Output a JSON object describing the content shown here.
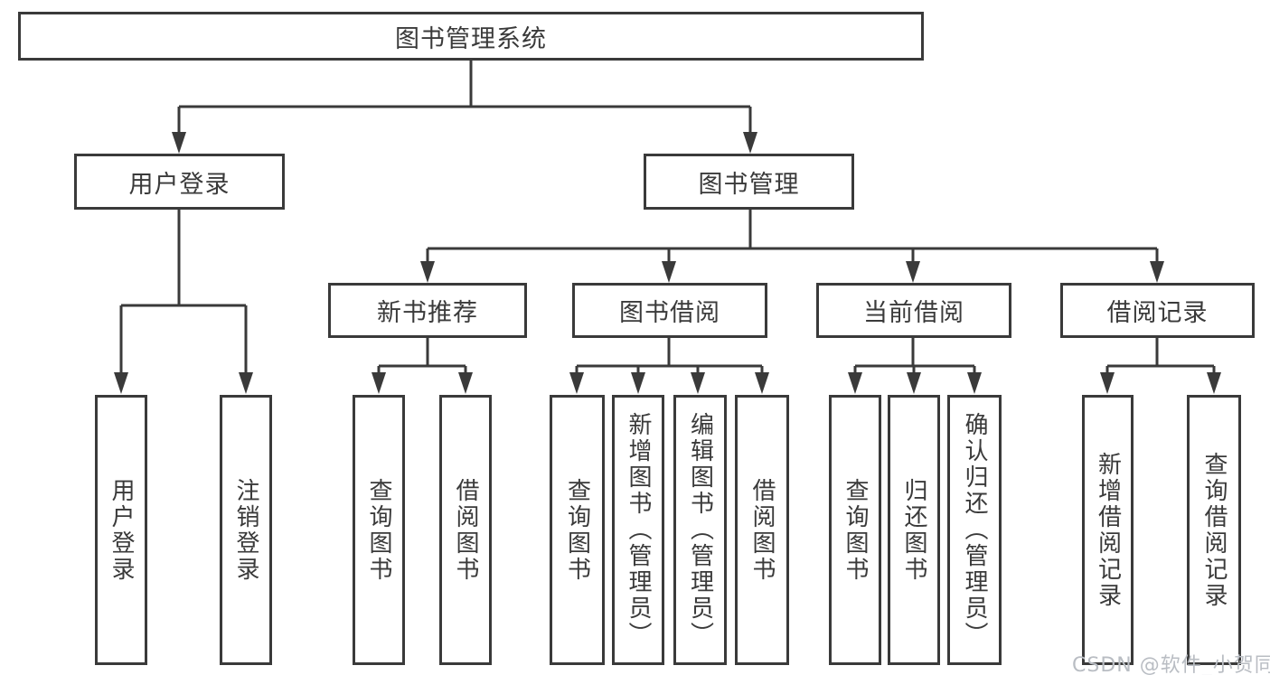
{
  "tree": {
    "root": {
      "label": "图书管理系统"
    },
    "branches": [
      {
        "label": "用户登录",
        "leaves": [
          {
            "label": "用户登录"
          },
          {
            "label": "注销登录"
          }
        ]
      },
      {
        "label": "图书管理",
        "sections": [
          {
            "label": "新书推荐",
            "leaves": [
              {
                "label": "查询图书"
              },
              {
                "label": "借阅图书"
              }
            ]
          },
          {
            "label": "图书借阅",
            "leaves": [
              {
                "label": "查询图书"
              },
              {
                "label": "新增图书（管理员）"
              },
              {
                "label": "编辑图书（管理员）"
              },
              {
                "label": "借阅图书"
              }
            ]
          },
          {
            "label": "当前借阅",
            "leaves": [
              {
                "label": "查询图书"
              },
              {
                "label": "归还图书"
              },
              {
                "label": "确认归还（管理员）"
              }
            ]
          },
          {
            "label": "借阅记录",
            "leaves": [
              {
                "label": "新增借阅记录"
              },
              {
                "label": "查询借阅记录"
              }
            ]
          }
        ]
      }
    ]
  },
  "watermark": {
    "text": "CSDN @软件_小贺同学"
  },
  "colors": {
    "line": "#3a3a3a",
    "text": "#3a3a3a",
    "background": "#ffffff",
    "watermark": "#b9bdc3"
  }
}
